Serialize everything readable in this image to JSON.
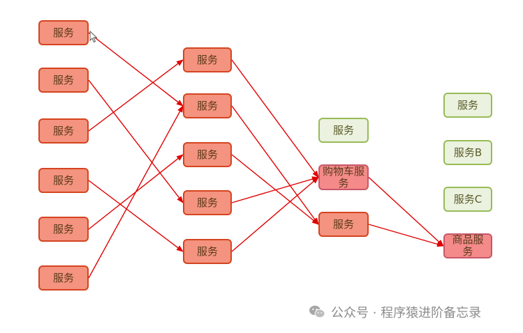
{
  "diagram": {
    "colors": {
      "service_fill": "#f4937f",
      "service_border": "#d4441f",
      "green_fill": "#ebf2df",
      "green_border": "#97bb56",
      "pink_fill": "#f48a8a",
      "pink_border": "#c7576a",
      "arrow": "#e00000"
    },
    "nodes": [
      {
        "id": "c1r1",
        "label": "服务",
        "style": "svc"
      },
      {
        "id": "c1r2",
        "label": "服务",
        "style": "svc"
      },
      {
        "id": "c1r3",
        "label": "服务",
        "style": "svc"
      },
      {
        "id": "c1r4",
        "label": "服务",
        "style": "svc"
      },
      {
        "id": "c1r5",
        "label": "服务",
        "style": "svc"
      },
      {
        "id": "c1r6",
        "label": "服务",
        "style": "svc"
      },
      {
        "id": "c2r1",
        "label": "服务",
        "style": "svc"
      },
      {
        "id": "c2r2",
        "label": "服务",
        "style": "svc"
      },
      {
        "id": "c2r3",
        "label": "服务",
        "style": "svc"
      },
      {
        "id": "c2r4",
        "label": "服务",
        "style": "svc"
      },
      {
        "id": "c2r5",
        "label": "服务",
        "style": "svc"
      },
      {
        "id": "c3-green",
        "label": "服务",
        "style": "green"
      },
      {
        "id": "cart",
        "label": "购物车服务",
        "style": "pink"
      },
      {
        "id": "c3r3",
        "label": "服务",
        "style": "svc"
      },
      {
        "id": "c4r1",
        "label": "服务",
        "style": "green"
      },
      {
        "id": "svcB",
        "label": "服务B",
        "style": "green"
      },
      {
        "id": "svcC",
        "label": "服务C",
        "style": "green"
      },
      {
        "id": "product",
        "label": "商品服务",
        "style": "pink"
      }
    ],
    "edges": [
      {
        "from": "c1r1",
        "to": "c2r2"
      },
      {
        "from": "c1r2",
        "to": "c2r4"
      },
      {
        "from": "c1r3",
        "to": "c2r1"
      },
      {
        "from": "c1r4",
        "to": "c2r5"
      },
      {
        "from": "c1r5",
        "to": "c2r3"
      },
      {
        "from": "c1r6",
        "to": "c2r2"
      },
      {
        "from": "c2r1",
        "to": "cart"
      },
      {
        "from": "c2r2",
        "to": "c3r3"
      },
      {
        "from": "c2r3",
        "to": "c3r3"
      },
      {
        "from": "c2r4",
        "to": "cart"
      },
      {
        "from": "c2r5",
        "to": "cart"
      },
      {
        "from": "cart",
        "to": "product"
      },
      {
        "from": "c3r3",
        "to": "product"
      }
    ]
  },
  "watermark": {
    "text": "公众号 · 程序猿进阶备忘录",
    "icon": "wechat-icon"
  }
}
